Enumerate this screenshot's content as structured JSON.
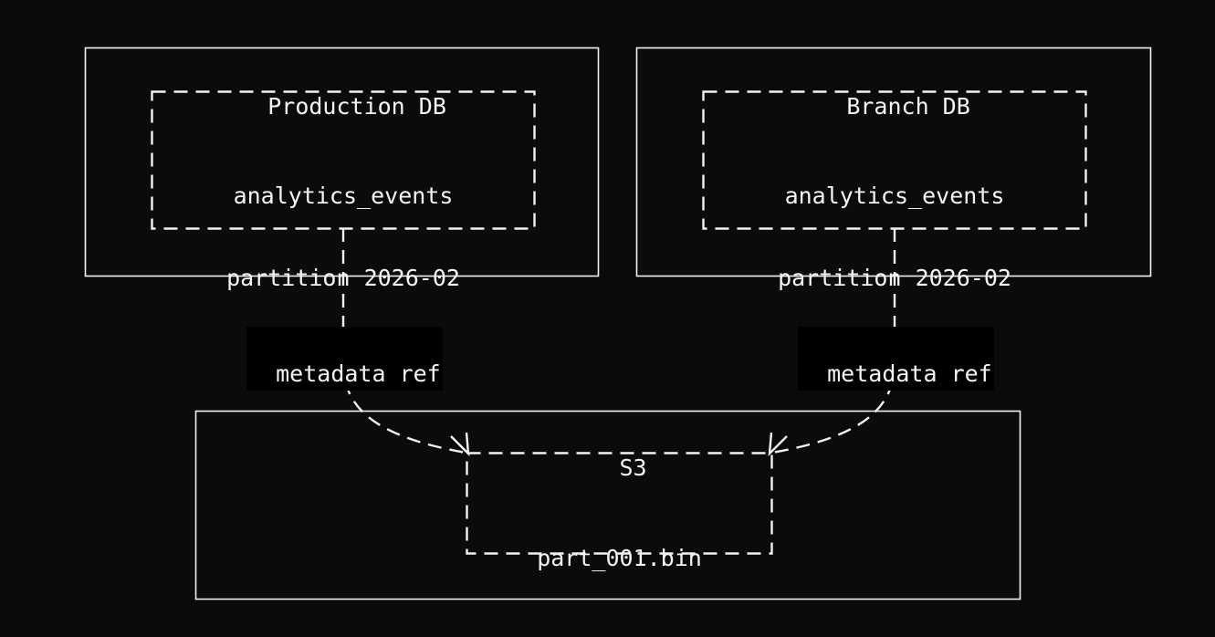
{
  "diagram": {
    "background_color": "#0b0b0b",
    "stroke_color": "#f2f2f2",
    "label_background_color": "#000000",
    "groups": [
      {
        "id": "production-db",
        "title": "Production DB",
        "node": {
          "id": "prod-partition",
          "lines": [
            "analytics_events",
            "partition 2026-02"
          ]
        }
      },
      {
        "id": "branch-db",
        "title": "Branch DB",
        "node": {
          "id": "branch-partition",
          "lines": [
            "analytics_events",
            "partition 2026-02"
          ]
        }
      },
      {
        "id": "s3",
        "title": "S3",
        "node": {
          "id": "s3-object",
          "lines": [
            "part_001.bin"
          ]
        }
      }
    ],
    "edges": [
      {
        "id": "prod-to-s3",
        "from": "prod-partition",
        "to": "s3-object",
        "label": "metadata ref",
        "style": "dashed",
        "arrow": "open"
      },
      {
        "id": "branch-to-s3",
        "from": "branch-partition",
        "to": "s3-object",
        "label": "metadata ref",
        "style": "dashed",
        "arrow": "open"
      }
    ]
  }
}
